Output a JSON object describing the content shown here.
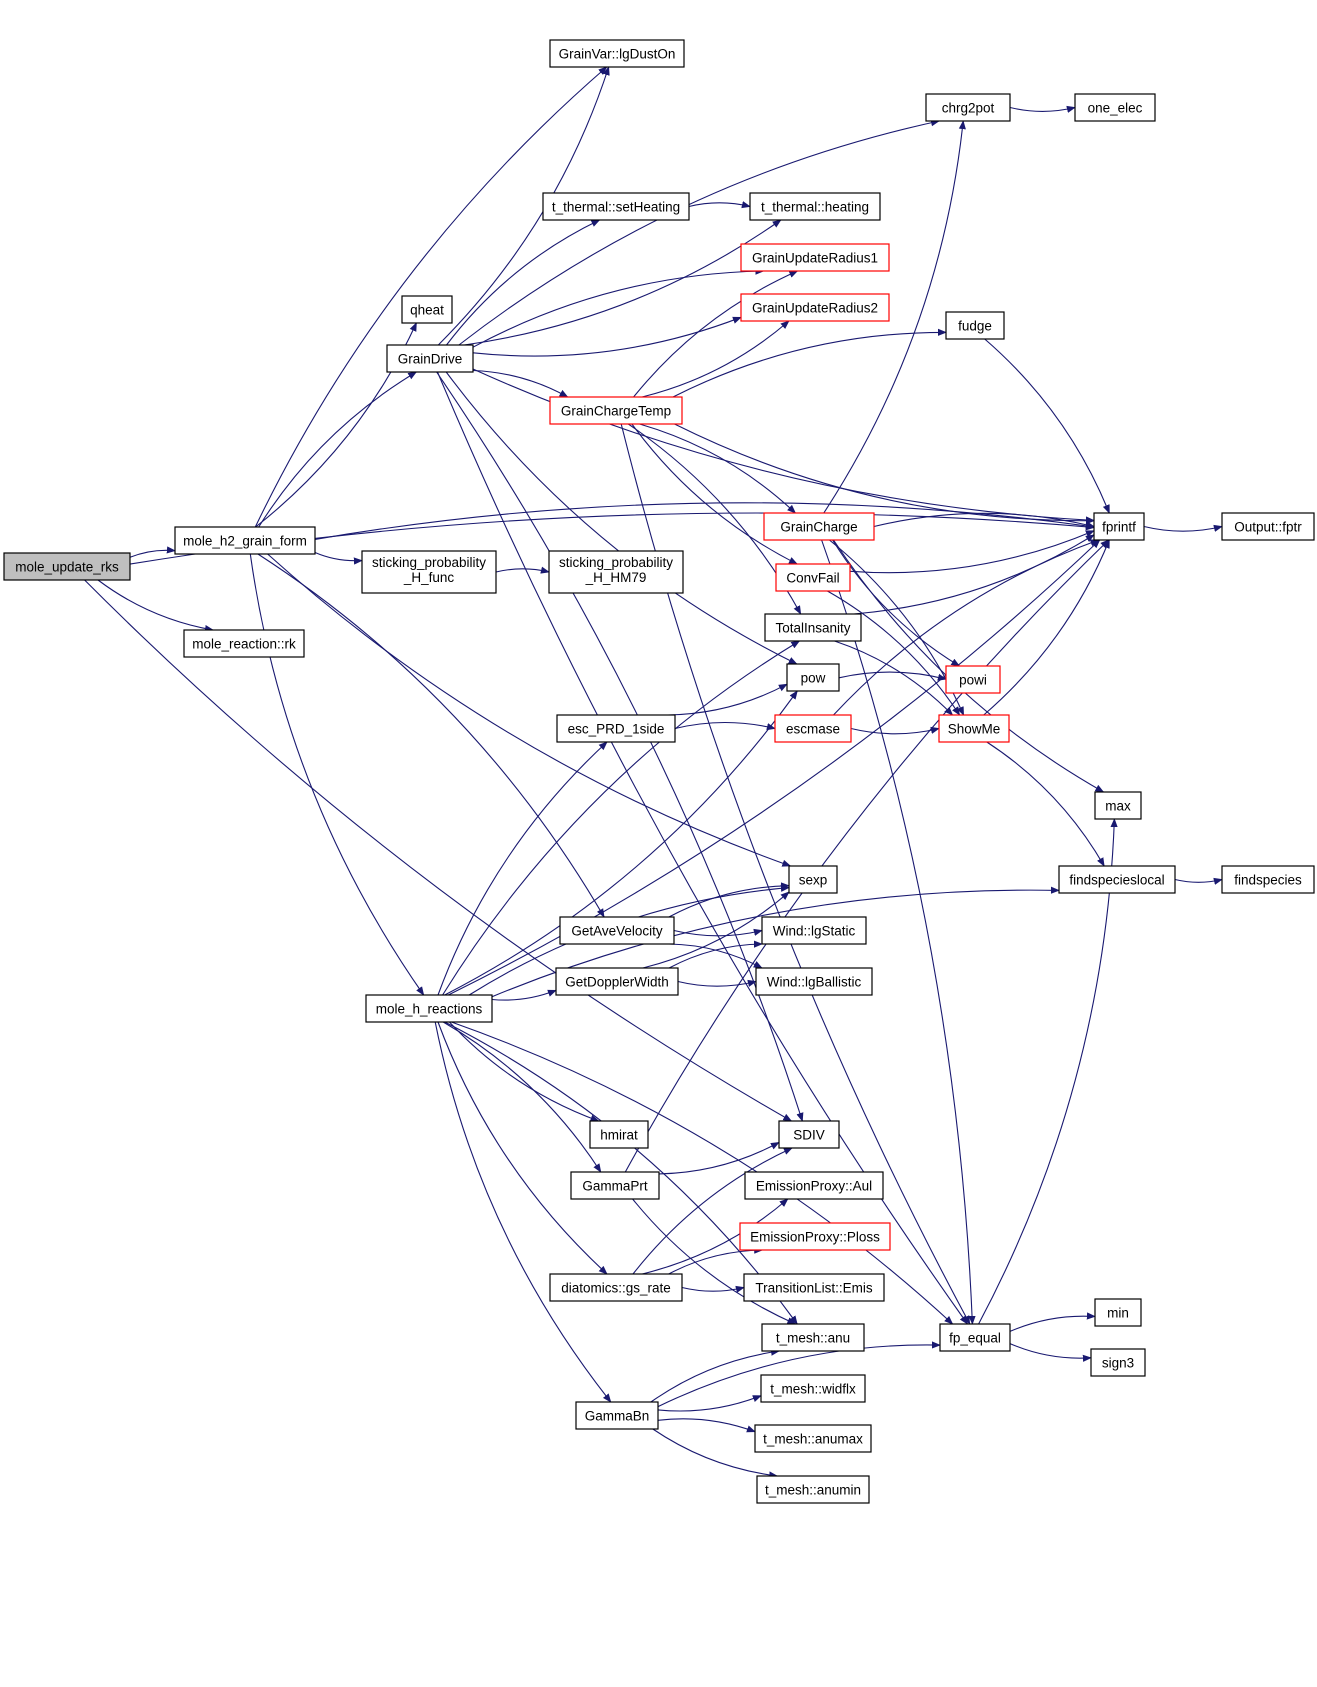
{
  "diagram": {
    "type": "call-graph",
    "colors": {
      "edge": "#191970",
      "node_border": "#000000",
      "node_border_truncated": "#ff0000",
      "root_fill": "#bfbfbf",
      "node_fill": "#ffffff"
    },
    "nodes": [
      {
        "id": "mole_update_rks",
        "label": "mole_update_rks",
        "root": true
      },
      {
        "id": "mole_h2_grain_form",
        "label": "mole_h2_grain_form"
      },
      {
        "id": "mole_reaction_rk",
        "label": "mole_reaction::rk"
      },
      {
        "id": "GrainVar_lgDustOn",
        "label": "GrainVar::lgDustOn"
      },
      {
        "id": "qheat",
        "label": "qheat"
      },
      {
        "id": "GrainDrive",
        "label": "GrainDrive"
      },
      {
        "id": "sticking_probability_H_func",
        "label": "sticking_probability\n_H_func"
      },
      {
        "id": "sticking_probability_H_HM79",
        "label": "sticking_probability\n_H_HM79"
      },
      {
        "id": "t_thermal_setHeating",
        "label": "t_thermal::setHeating"
      },
      {
        "id": "t_thermal_heating",
        "label": "t_thermal::heating"
      },
      {
        "id": "chrg2pot",
        "label": "chrg2pot"
      },
      {
        "id": "one_elec",
        "label": "one_elec"
      },
      {
        "id": "GrainUpdateRadius1",
        "label": "GrainUpdateRadius1",
        "truncated": true
      },
      {
        "id": "GrainUpdateRadius2",
        "label": "GrainUpdateRadius2",
        "truncated": true
      },
      {
        "id": "fudge",
        "label": "fudge"
      },
      {
        "id": "GrainChargeTemp",
        "label": "GrainChargeTemp",
        "truncated": true
      },
      {
        "id": "GrainCharge",
        "label": "GrainCharge",
        "truncated": true
      },
      {
        "id": "fprintf",
        "label": "fprintf"
      },
      {
        "id": "Output_fptr",
        "label": "Output::fptr"
      },
      {
        "id": "ConvFail",
        "label": "ConvFail",
        "truncated": true
      },
      {
        "id": "TotalInsanity",
        "label": "TotalInsanity"
      },
      {
        "id": "pow",
        "label": "pow"
      },
      {
        "id": "powi",
        "label": "powi",
        "truncated": true
      },
      {
        "id": "esc_PRD_1side",
        "label": "esc_PRD_1side"
      },
      {
        "id": "escmase",
        "label": "escmase",
        "truncated": true
      },
      {
        "id": "ShowMe",
        "label": "ShowMe",
        "truncated": true
      },
      {
        "id": "max",
        "label": "max"
      },
      {
        "id": "findspecieslocal",
        "label": "findspecieslocal"
      },
      {
        "id": "findspecies",
        "label": "findspecies"
      },
      {
        "id": "sexp",
        "label": "sexp"
      },
      {
        "id": "GetAveVelocity",
        "label": "GetAveVelocity"
      },
      {
        "id": "Wind_lgStatic",
        "label": "Wind::lgStatic"
      },
      {
        "id": "GetDopplerWidth",
        "label": "GetDopplerWidth"
      },
      {
        "id": "Wind_lgBallistic",
        "label": "Wind::lgBallistic"
      },
      {
        "id": "mole_h_reactions",
        "label": "mole_h_reactions"
      },
      {
        "id": "hmirat",
        "label": "hmirat"
      },
      {
        "id": "SDIV",
        "label": "SDIV"
      },
      {
        "id": "GammaPrt",
        "label": "GammaPrt"
      },
      {
        "id": "EmissionProxy_Aul",
        "label": "EmissionProxy::Aul"
      },
      {
        "id": "EmissionProxy_Ploss",
        "label": "EmissionProxy::Ploss",
        "truncated": true
      },
      {
        "id": "diatomics_gs_rate",
        "label": "diatomics::gs_rate"
      },
      {
        "id": "TransitionList_Emis",
        "label": "TransitionList::Emis"
      },
      {
        "id": "t_mesh_anu",
        "label": "t_mesh::anu"
      },
      {
        "id": "fp_equal",
        "label": "fp_equal"
      },
      {
        "id": "min",
        "label": "min"
      },
      {
        "id": "sign3",
        "label": "sign3"
      },
      {
        "id": "t_mesh_widflx",
        "label": "t_mesh::widflx"
      },
      {
        "id": "GammaBn",
        "label": "GammaBn"
      },
      {
        "id": "t_mesh_anumax",
        "label": "t_mesh::anumax"
      },
      {
        "id": "t_mesh_anumin",
        "label": "t_mesh::anumin"
      }
    ],
    "edges": [
      [
        "mole_update_rks",
        "mole_h2_grain_form"
      ],
      [
        "mole_update_rks",
        "mole_reaction_rk"
      ],
      [
        "mole_update_rks",
        "fprintf"
      ],
      [
        "mole_update_rks",
        "SDIV"
      ],
      [
        "mole_h2_grain_form",
        "GrainVar_lgDustOn"
      ],
      [
        "mole_h2_grain_form",
        "qheat"
      ],
      [
        "mole_h2_grain_form",
        "GrainDrive"
      ],
      [
        "mole_h2_grain_form",
        "sticking_probability_H_func"
      ],
      [
        "mole_h2_grain_form",
        "fprintf"
      ],
      [
        "mole_h2_grain_form",
        "sexp"
      ],
      [
        "mole_h2_grain_form",
        "GetAveVelocity"
      ],
      [
        "mole_h2_grain_form",
        "mole_h_reactions"
      ],
      [
        "sticking_probability_H_func",
        "sticking_probability_H_HM79"
      ],
      [
        "GrainDrive",
        "GrainVar_lgDustOn"
      ],
      [
        "GrainDrive",
        "chrg2pot"
      ],
      [
        "GrainDrive",
        "fprintf"
      ],
      [
        "GrainDrive",
        "t_thermal_setHeating"
      ],
      [
        "GrainDrive",
        "t_thermal_heating"
      ],
      [
        "GrainDrive",
        "GrainUpdateRadius1"
      ],
      [
        "GrainDrive",
        "GrainUpdateRadius2"
      ],
      [
        "GrainDrive",
        "GrainChargeTemp"
      ],
      [
        "GrainDrive",
        "pow"
      ],
      [
        "GrainDrive",
        "SDIV"
      ],
      [
        "GrainDrive",
        "fp_equal"
      ],
      [
        "t_thermal_setHeating",
        "t_thermal_heating"
      ],
      [
        "chrg2pot",
        "one_elec"
      ],
      [
        "GrainChargeTemp",
        "GrainUpdateRadius1"
      ],
      [
        "GrainChargeTemp",
        "GrainUpdateRadius2"
      ],
      [
        "GrainChargeTemp",
        "fudge"
      ],
      [
        "GrainChargeTemp",
        "fprintf"
      ],
      [
        "GrainChargeTemp",
        "GrainCharge"
      ],
      [
        "GrainChargeTemp",
        "ConvFail"
      ],
      [
        "GrainChargeTemp",
        "TotalInsanity"
      ],
      [
        "GrainChargeTemp",
        "fp_equal"
      ],
      [
        "fudge",
        "fprintf"
      ],
      [
        "GrainCharge",
        "chrg2pot"
      ],
      [
        "GrainCharge",
        "fprintf"
      ],
      [
        "GrainCharge",
        "powi"
      ],
      [
        "GrainCharge",
        "ShowMe"
      ],
      [
        "GrainCharge",
        "max"
      ],
      [
        "GrainCharge",
        "fp_equal"
      ],
      [
        "ConvFail",
        "fprintf"
      ],
      [
        "ConvFail",
        "ShowMe"
      ],
      [
        "TotalInsanity",
        "fprintf"
      ],
      [
        "TotalInsanity",
        "ShowMe"
      ],
      [
        "fprintf",
        "Output_fptr"
      ],
      [
        "pow",
        "powi"
      ],
      [
        "esc_PRD_1side",
        "pow"
      ],
      [
        "esc_PRD_1side",
        "escmase"
      ],
      [
        "escmase",
        "ShowMe"
      ],
      [
        "escmase",
        "fprintf"
      ],
      [
        "ShowMe",
        "fprintf"
      ],
      [
        "ShowMe",
        "findspecieslocal"
      ],
      [
        "findspecieslocal",
        "findspecies"
      ],
      [
        "GetAveVelocity",
        "sexp"
      ],
      [
        "GetAveVelocity",
        "Wind_lgStatic"
      ],
      [
        "GetAveVelocity",
        "Wind_lgBallistic"
      ],
      [
        "GetDopplerWidth",
        "sexp"
      ],
      [
        "GetDopplerWidth",
        "Wind_lgStatic"
      ],
      [
        "GetDopplerWidth",
        "Wind_lgBallistic"
      ],
      [
        "mole_h_reactions",
        "TotalInsanity"
      ],
      [
        "mole_h_reactions",
        "pow"
      ],
      [
        "mole_h_reactions",
        "esc_PRD_1side"
      ],
      [
        "mole_h_reactions",
        "fprintf"
      ],
      [
        "mole_h_reactions",
        "sexp"
      ],
      [
        "mole_h_reactions",
        "GetDopplerWidth"
      ],
      [
        "mole_h_reactions",
        "findspecieslocal"
      ],
      [
        "mole_h_reactions",
        "hmirat"
      ],
      [
        "mole_h_reactions",
        "GammaPrt"
      ],
      [
        "mole_h_reactions",
        "diatomics_gs_rate"
      ],
      [
        "mole_h_reactions",
        "t_mesh_anu"
      ],
      [
        "mole_h_reactions",
        "GammaBn"
      ],
      [
        "mole_h_reactions",
        "fp_equal"
      ],
      [
        "GammaPrt",
        "SDIV"
      ],
      [
        "GammaPrt",
        "fprintf"
      ],
      [
        "GammaPrt",
        "t_mesh_anu"
      ],
      [
        "diatomics_gs_rate",
        "SDIV"
      ],
      [
        "diatomics_gs_rate",
        "EmissionProxy_Aul"
      ],
      [
        "diatomics_gs_rate",
        "EmissionProxy_Ploss"
      ],
      [
        "diatomics_gs_rate",
        "TransitionList_Emis"
      ],
      [
        "GammaBn",
        "t_mesh_anu"
      ],
      [
        "GammaBn",
        "t_mesh_widflx"
      ],
      [
        "GammaBn",
        "t_mesh_anumax"
      ],
      [
        "GammaBn",
        "t_mesh_anumin"
      ],
      [
        "GammaBn",
        "fp_equal"
      ],
      [
        "fp_equal",
        "max"
      ],
      [
        "fp_equal",
        "min"
      ],
      [
        "fp_equal",
        "sign3"
      ]
    ]
  }
}
